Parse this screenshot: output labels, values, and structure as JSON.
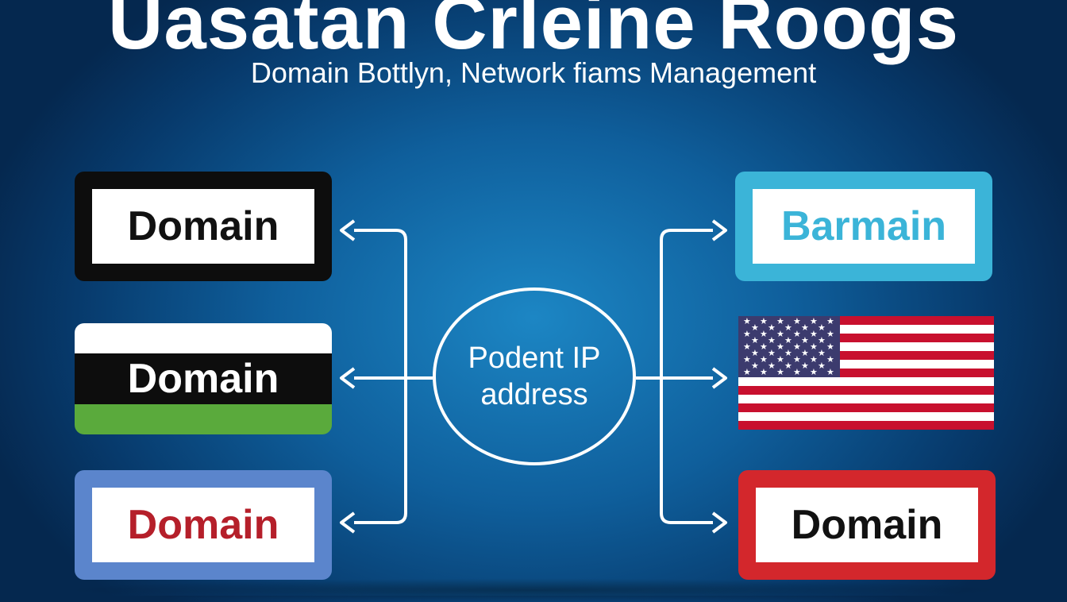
{
  "title": "Uasatan Crleine Roogs",
  "subtitle": "Domain Bottlyn, Network fiams Management",
  "hub": {
    "line1": "Podent IP",
    "line2": "address"
  },
  "left_boxes": [
    {
      "label": "Domain"
    },
    {
      "label": "Domain"
    },
    {
      "label": "Domain"
    }
  ],
  "right_boxes": [
    {
      "label": "Barmain"
    },
    {
      "label": "Domain"
    }
  ],
  "colors": {
    "background": "#0f5f9c",
    "left_box_1_frame": "#0d0d0d",
    "left_box_2_bands": [
      "#ffffff",
      "#0d0d0d",
      "#5aaa3c"
    ],
    "left_box_3_frame": "#5b85cc",
    "left_box_3_text": "#b51f2a",
    "right_box_1_frame": "#3bb4d8",
    "right_box_3_frame": "#d3272c",
    "connector": "#ffffff"
  },
  "icons": [
    "us-flag-icon",
    "arrow-left-icon",
    "arrow-right-icon"
  ]
}
